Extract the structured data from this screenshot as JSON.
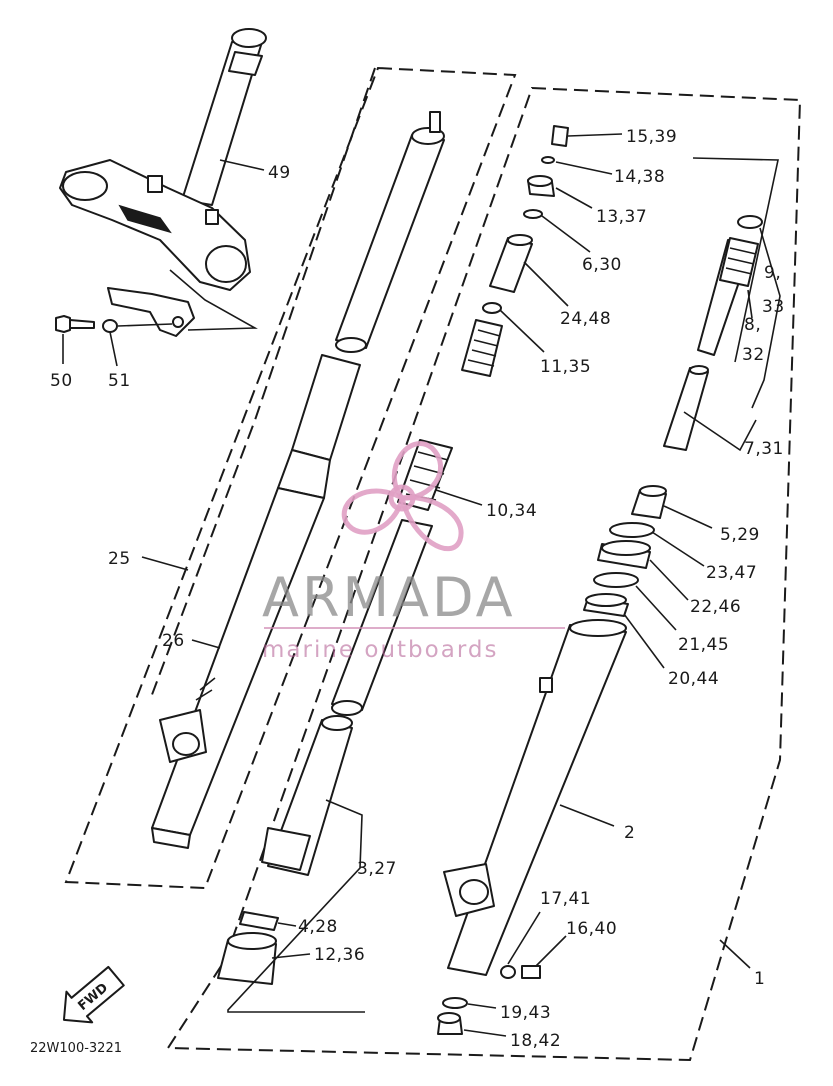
{
  "diagram_code": "22W100-3221",
  "fwd_label": "FWD",
  "watermark": {
    "brand": "ARMADA",
    "tagline": "marine outboards"
  },
  "callouts": [
    {
      "id": "c49",
      "text": "49"
    },
    {
      "id": "c50",
      "text": "50"
    },
    {
      "id": "c51",
      "text": "51"
    },
    {
      "id": "c25",
      "text": "25"
    },
    {
      "id": "c26",
      "text": "26"
    },
    {
      "id": "c3_27",
      "text": "3,27"
    },
    {
      "id": "c4_28",
      "text": "4,28"
    },
    {
      "id": "c12_36",
      "text": "12,36"
    },
    {
      "id": "c15_39",
      "text": "15,39"
    },
    {
      "id": "c14_38",
      "text": "14,38"
    },
    {
      "id": "c13_37",
      "text": "13,37"
    },
    {
      "id": "c6_30",
      "text": "6,30"
    },
    {
      "id": "c24_48",
      "text": "24,48"
    },
    {
      "id": "c11_35",
      "text": "11,35"
    },
    {
      "id": "c10_34",
      "text": "10,34"
    },
    {
      "id": "c9",
      "text": "9,"
    },
    {
      "id": "c33",
      "text": "33"
    },
    {
      "id": "c8",
      "text": "8,"
    },
    {
      "id": "c32",
      "text": "32"
    },
    {
      "id": "c7_31",
      "text": "7,31"
    },
    {
      "id": "c5_29",
      "text": "5,29"
    },
    {
      "id": "c23_47",
      "text": "23,47"
    },
    {
      "id": "c22_46",
      "text": "22,46"
    },
    {
      "id": "c21_45",
      "text": "21,45"
    },
    {
      "id": "c20_44",
      "text": "20,44"
    },
    {
      "id": "c2",
      "text": "2"
    },
    {
      "id": "c17_41",
      "text": "17,41"
    },
    {
      "id": "c16_40",
      "text": "16,40"
    },
    {
      "id": "c1",
      "text": "1"
    },
    {
      "id": "c19_43",
      "text": "19,43"
    },
    {
      "id": "c18_42",
      "text": "18,42"
    }
  ]
}
